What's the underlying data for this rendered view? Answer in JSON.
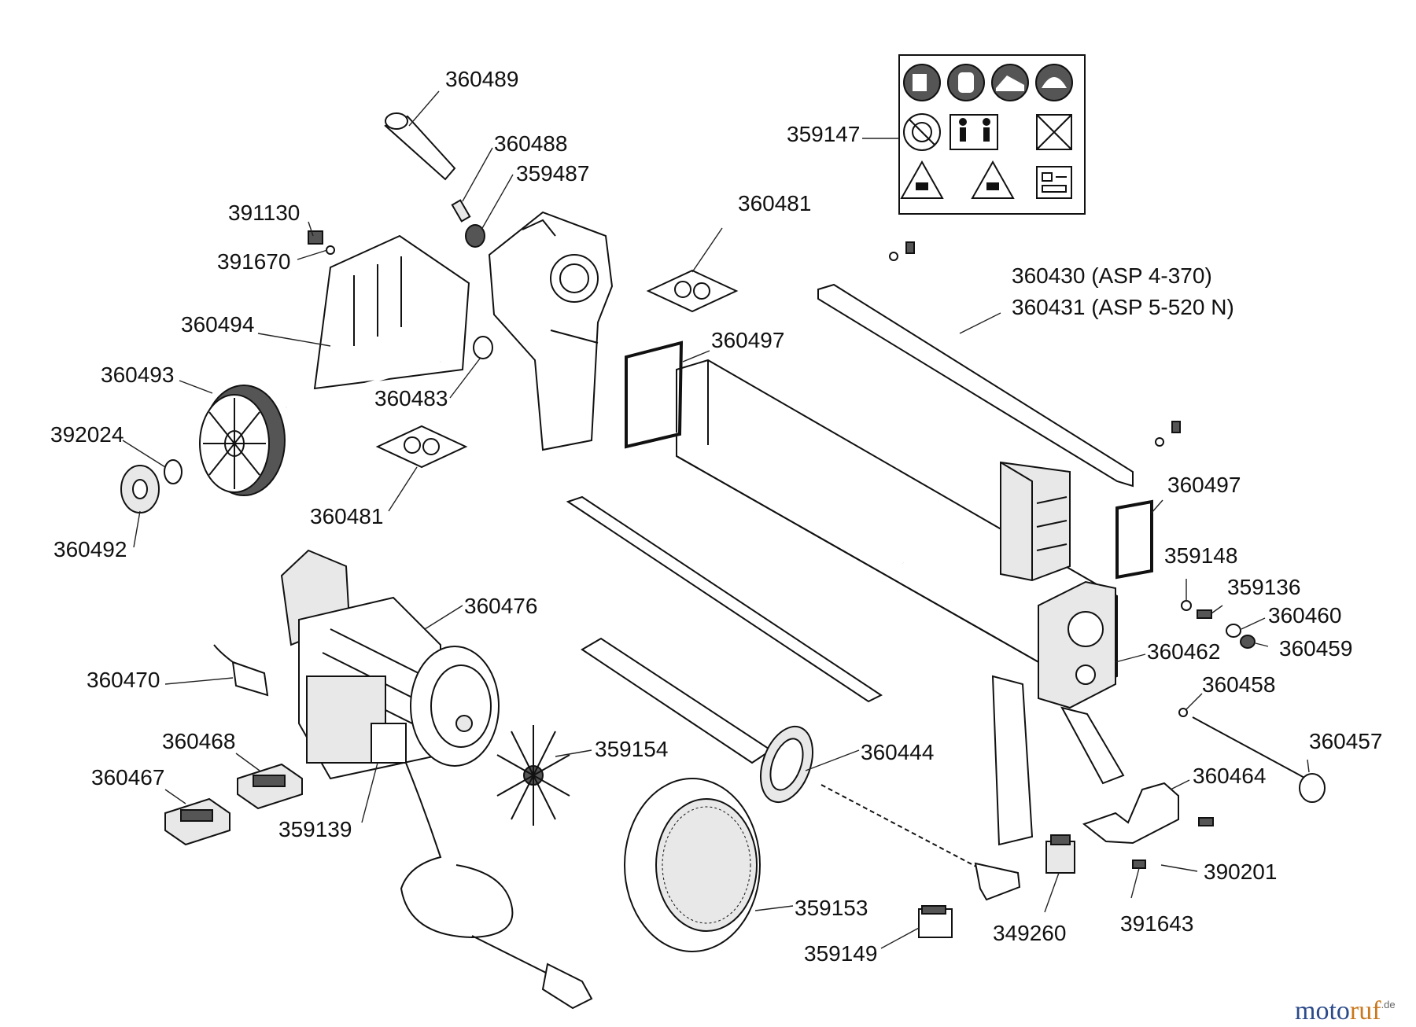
{
  "labels": {
    "p360489": "360489",
    "p360488": "360488",
    "p359487": "359487",
    "p391130": "391130",
    "p391670": "391670",
    "p360494": "360494",
    "p360493": "360493",
    "p392024": "392024",
    "p360492": "360492",
    "p360483": "360483",
    "p360481a": "360481",
    "p360481b": "360481",
    "p359147": "359147",
    "p360430": "360430 (ASP 4-370)",
    "p360431": "360431 (ASP 5-520 N)",
    "p360497a": "360497",
    "p360497b": "360497",
    "p359148": "359148",
    "p359136": "359136",
    "p360460": "360460",
    "p360459": "360459",
    "p360462": "360462",
    "p360458": "360458",
    "p360457": "360457",
    "p360464": "360464",
    "p390201": "390201",
    "p391643": "391643",
    "p349260": "349260",
    "p359149": "359149",
    "p359153": "359153",
    "p360444": "360444",
    "p359154": "359154",
    "p360476": "360476",
    "p360470": "360470",
    "p360468": "360468",
    "p360467": "360467",
    "p359139": "359139"
  },
  "watermark": {
    "brand_a": "moto",
    "brand_b": "ruf",
    "tld": ".de"
  },
  "icons": [
    "manual-icon",
    "gloves-icon",
    "boots-icon",
    "helmet-icon",
    "no-rotation-icon",
    "persons-distance-icon",
    "no-wet-icon",
    "hand-crush-warning-icon",
    "crush-warning-icon",
    "control-icon"
  ]
}
